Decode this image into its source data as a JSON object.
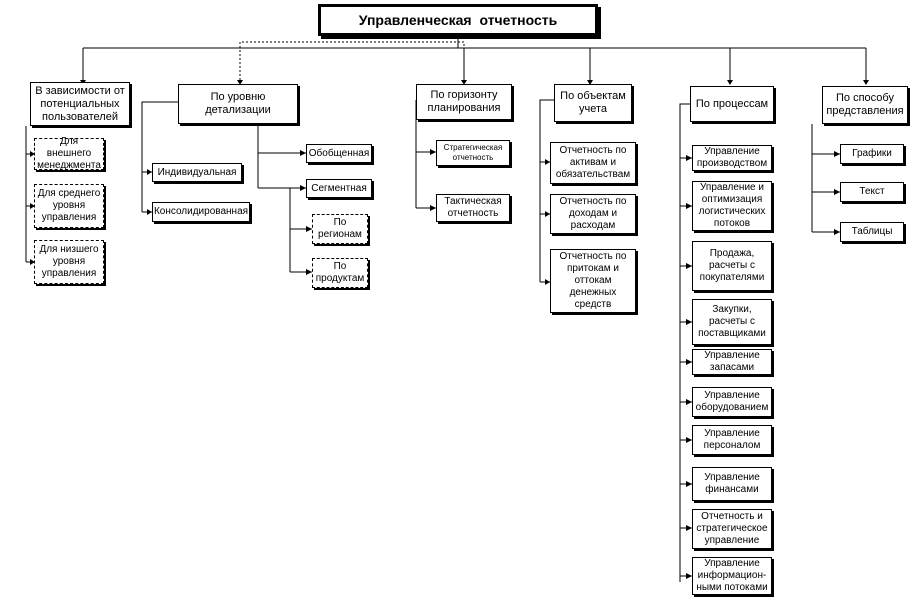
{
  "title": "Управленческая  отчетность",
  "categories": {
    "users": "В зависимости от\nпотенциальных\nпользователей",
    "detail": "По уровню\nдетализации",
    "horizon": "По горизонту\nпланирования",
    "objects": "По объектам\nучета",
    "processes": "По процессам",
    "presentation": "По способу\nпредставления"
  },
  "users": {
    "external": "Для внешнего\nменеджмента",
    "middle": "Для среднего\nуровня\nуправления",
    "lower": "Для низшего\nуровня\nуправления"
  },
  "detail": {
    "individual": "Индивидуальная",
    "consolidated": "Консолидированная",
    "generalized": "Обобщенная",
    "segment": "Сегментная",
    "by_region": "По\nрегионам",
    "by_product": "По\nпродуктам"
  },
  "horizon": {
    "strategic": "Стратегическая\nотчетность",
    "tactical": "Тактическая\nотчетность"
  },
  "objects": {
    "assets": "Отчетность по\nактивам и\nобязательствам",
    "income": "Отчетность по\nдоходам и\nрасходам",
    "cashflow": "Отчетность по\nпритокам и\nоттокам\nденежных\nсредств"
  },
  "processes": {
    "production": "Управление\nпроизводством",
    "logistics": "Управление и\nоптимизация\nлогистических\nпотоков",
    "sales": "Продажа,\nрасчеты с\nпокупателями",
    "purchases": "Закупки,\nрасчеты с\nпоставщиками",
    "inventory": "Управление\nзапасами",
    "equipment": "Управление\nоборудованием",
    "personnel": "Управление\nперсоналом",
    "finance": "Управление\nфинансами",
    "strategic": "Отчетность и\nстратегическое\nуправление",
    "info_flows": "Управление\nинформацион-\nными потоками"
  },
  "presentation": {
    "charts": "Графики",
    "text": "Текст",
    "tables": "Таблицы"
  }
}
